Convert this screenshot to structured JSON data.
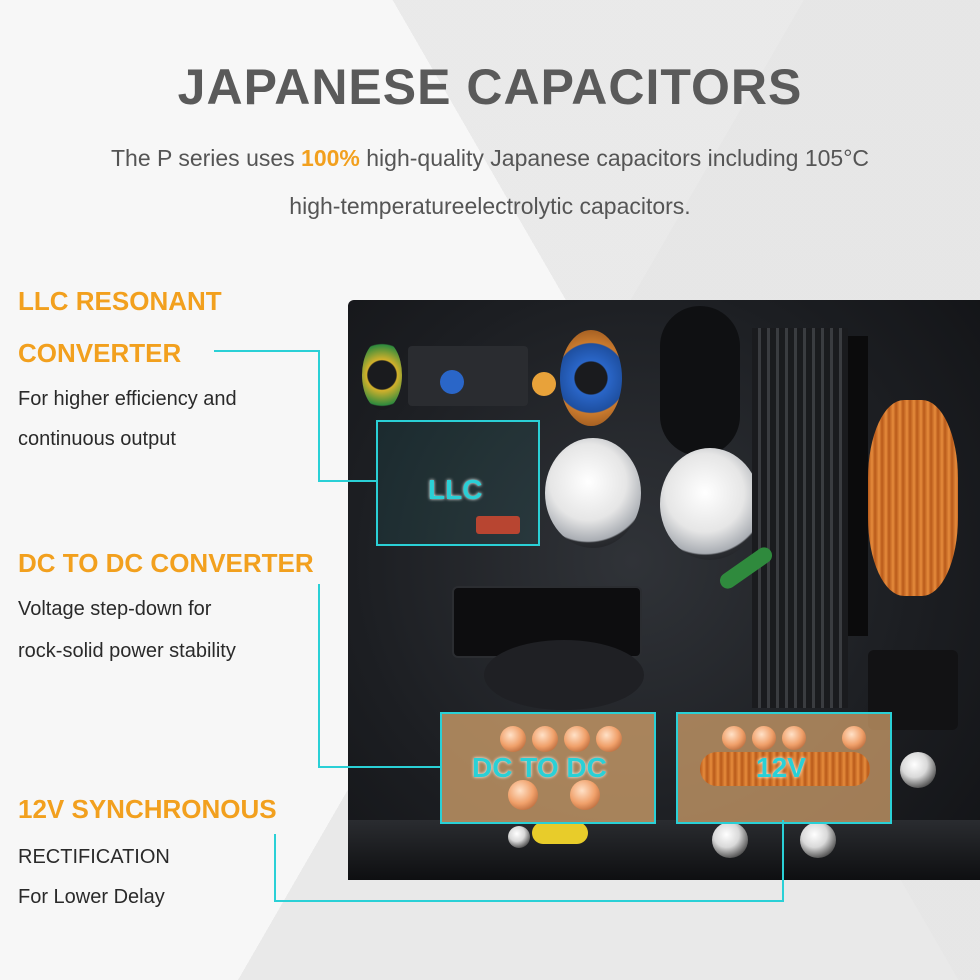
{
  "heading": {
    "title": "JAPANESE CAPACITORS",
    "line1_prefix": "The P series uses ",
    "line1_highlight": "100%",
    "line1_suffix": " high-quality Japanese capacitors including 105°C",
    "line2": "high-temperatureelectrolytic capacitors."
  },
  "features": [
    {
      "title_line1": "LLC RESONANT",
      "title_line2": "CONVERTER",
      "desc_line1": "For higher efficiency and",
      "desc_line2": "continuous output"
    },
    {
      "title_line1": "DC TO DC CONVERTER",
      "desc_line1": "Voltage step-down for",
      "desc_line2": "rock-solid power stability"
    },
    {
      "title_line1": "12V SYNCHRONOUS",
      "desc_line1": "RECTIFICATION",
      "desc_line2": "For Lower Delay"
    }
  ],
  "callouts": {
    "llc": "LLC",
    "dcdc": "DC TO DC",
    "v12": "12V"
  },
  "colors": {
    "accent": "#f2a01e",
    "title": "#5a5a5a",
    "callout": "#2ad0d6"
  }
}
